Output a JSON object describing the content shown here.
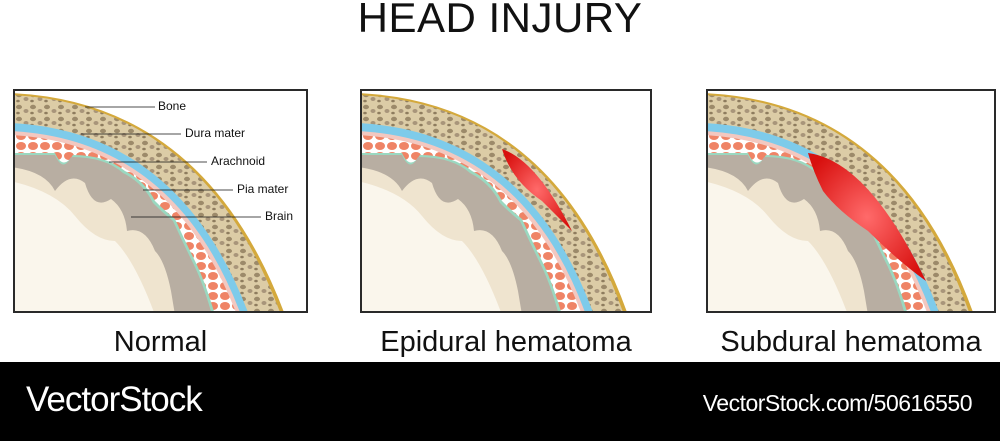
{
  "title": "HEAD INJURY",
  "panels": [
    {
      "caption": "Normal",
      "hematoma": "none"
    },
    {
      "caption": "Epidural hematoma",
      "hematoma": "epidural"
    },
    {
      "caption": "Subdural hematoma",
      "hematoma": "subdural"
    }
  ],
  "labels": {
    "bone": "Bone",
    "dura": "Dura mater",
    "arachnoid": "Arachnoid",
    "pia": "Pia mater",
    "brain": "Brain"
  },
  "colors": {
    "bone": "#d8c9a4",
    "bone_pores": "#9c8a6a",
    "dura": "#7ecbea",
    "arachnoid": "#f08a6a",
    "brain_cortex": "#b8aea2",
    "brain_white": "#f8f3e8",
    "hematoma": "#e8201c",
    "outline_gold": "#d4a93c"
  },
  "footer": {
    "brand": "VectorStock",
    "stock_id": "VectorStock.com/50616550"
  }
}
